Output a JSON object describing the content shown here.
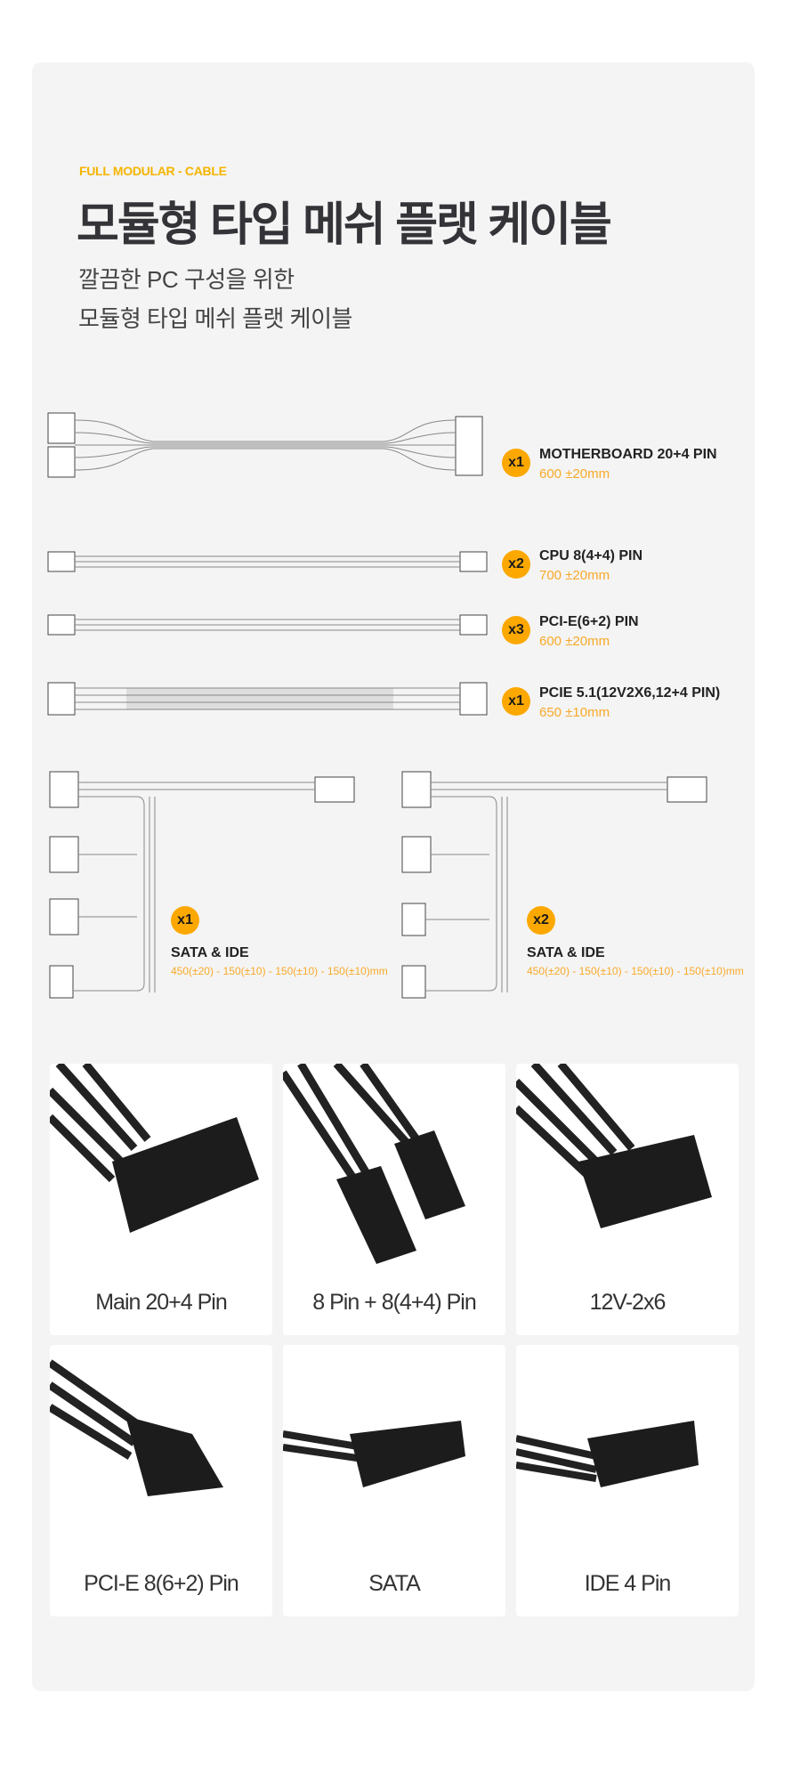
{
  "header": {
    "eyebrow": "FULL MODULAR - CABLE",
    "title": "모듈형 타입 메쉬 플랫 케이블",
    "sub1": "깔끔한 PC 구성을 위한",
    "sub2": "모듈형 타입 메쉬 플랫 케이블"
  },
  "cables": [
    {
      "qty": "x1",
      "name": "MOTHERBOARD 20+4 PIN",
      "length": "600 ±20mm"
    },
    {
      "qty": "x2",
      "name": "CPU 8(4+4) PIN",
      "length": "700 ±20mm"
    },
    {
      "qty": "x3",
      "name": "PCI-E(6+2) PIN",
      "length": "600 ±20mm"
    },
    {
      "qty": "x1",
      "name": "PCIE 5.1(12V2X6,12+4 PIN)",
      "length": "650 ±10mm"
    }
  ],
  "sata": [
    {
      "qty": "x1",
      "name": "SATA & IDE",
      "length": "450(±20) - 150(±10) - 150(±10) - 150(±10)mm"
    },
    {
      "qty": "x2",
      "name": "SATA & IDE",
      "length": "450(±20) - 150(±10) - 150(±10) - 150(±10)mm"
    }
  ],
  "photos": [
    {
      "caption": "Main 20+4 Pin"
    },
    {
      "caption": "8 Pin + 8(4+4) Pin"
    },
    {
      "caption": "12V-2x6"
    },
    {
      "caption": "PCI-E 8(6+2) Pin"
    },
    {
      "caption": "SATA"
    },
    {
      "caption": "IDE 4 Pin"
    }
  ]
}
